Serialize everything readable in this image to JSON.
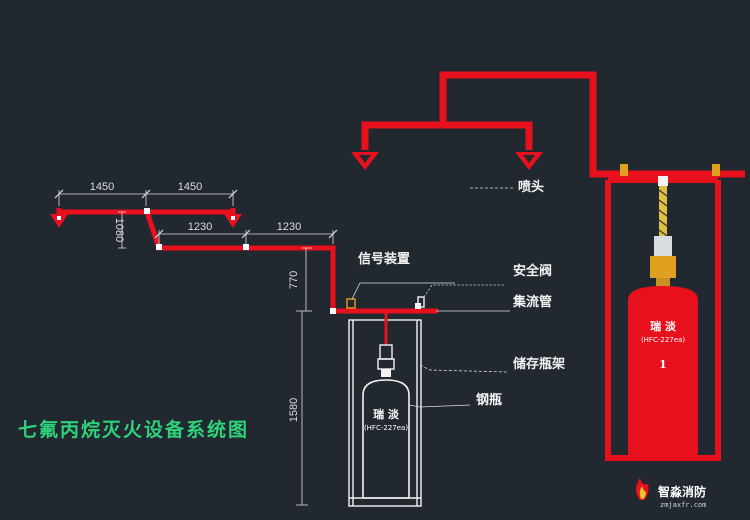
{
  "dimensions": {
    "top_left": "1450",
    "top_right": "1450",
    "vertical_short": "1080",
    "mid_left": "1230",
    "mid_right": "1230",
    "riser_height": "770",
    "cylinder_height": "1580"
  },
  "labels": {
    "nozzle": "喷头",
    "signal_device": "信号装置",
    "safety_valve": "安全阀",
    "manifold": "集流管",
    "storage_rack": "储存瓶架",
    "cylinder": "钢瓶"
  },
  "title": "七氟丙烷灭火设备系统图",
  "cylinder_small": {
    "brand": "瑞 淡",
    "model": "(HFC-227ea)"
  },
  "cylinder_large": {
    "brand": "瑞 淡",
    "model": "(HFC-227ea)",
    "number": "1"
  },
  "watermark": {
    "name": "智淼消防",
    "url": "zmjaxfr.com"
  },
  "colors": {
    "background": "#212830",
    "pipe": "#e8101c",
    "dimension": "#d8dde2",
    "title": "#2fd27a",
    "valve_yellow": "#e0a020"
  }
}
